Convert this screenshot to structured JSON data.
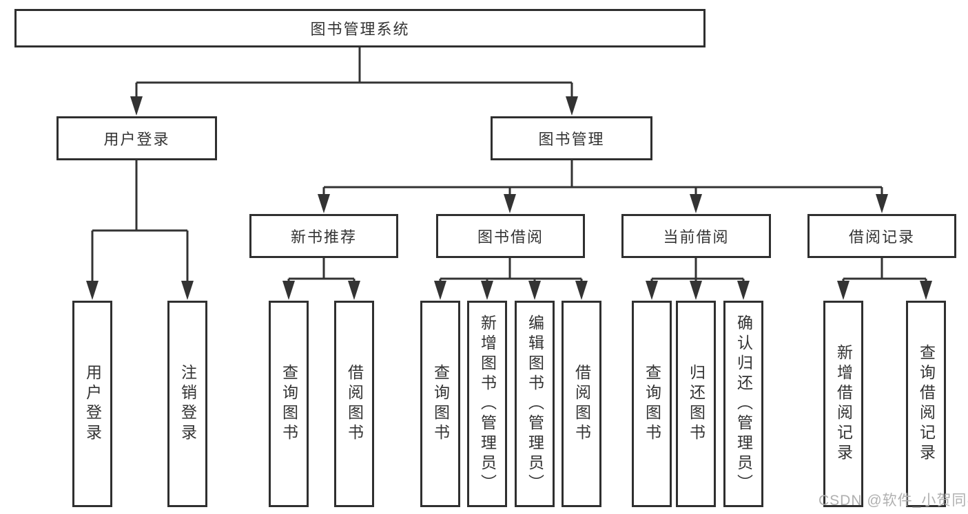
{
  "root": {
    "label": "图书管理系统"
  },
  "branches": [
    {
      "label": "用户登录"
    },
    {
      "label": "图书管理"
    }
  ],
  "groups": [
    {
      "label": "新书推荐"
    },
    {
      "label": "图书借阅"
    },
    {
      "label": "当前借阅"
    },
    {
      "label": "借阅记录"
    }
  ],
  "leaves": [
    {
      "label": "用户登录"
    },
    {
      "label": "注销登录"
    },
    {
      "label": "查询图书"
    },
    {
      "label": "借阅图书"
    },
    {
      "label": "查询图书"
    },
    {
      "label": "新增图书（管理员）"
    },
    {
      "label": "编辑图书（管理员）"
    },
    {
      "label": "借阅图书"
    },
    {
      "label": "查询图书"
    },
    {
      "label": "归还图书"
    },
    {
      "label": "确认归还（管理员）"
    },
    {
      "label": "新增借阅记录"
    },
    {
      "label": "查询借阅记录"
    }
  ],
  "watermark": {
    "text": "CSDN @软件_小贺同学"
  },
  "colors": {
    "line": "#333333",
    "border": "#2f2f2f",
    "text": "#333333",
    "watermark": "#b0b0b0",
    "background": "#ffffff"
  }
}
